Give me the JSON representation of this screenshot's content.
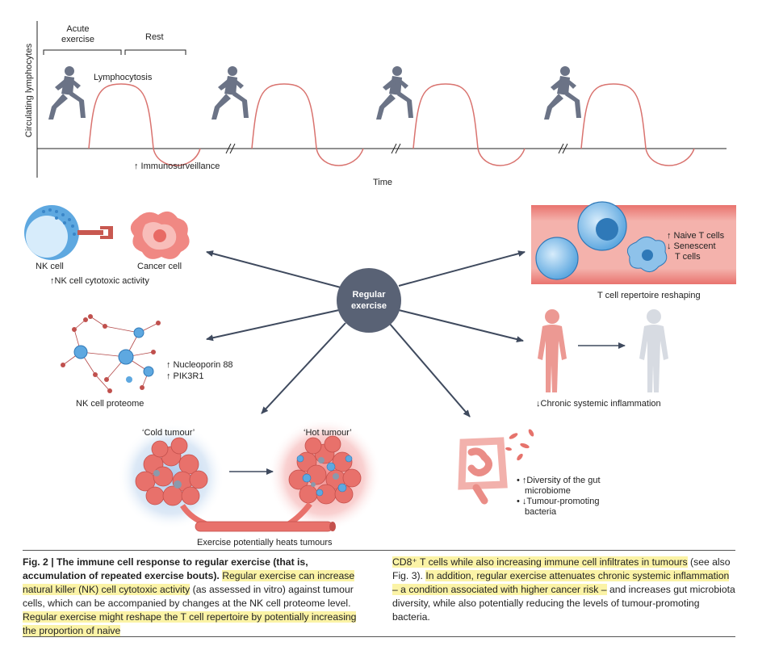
{
  "top_panel": {
    "y_axis_label": "Circulating lymphocytes",
    "x_axis_label": "Time",
    "acute_exercise_label": "Acute\nexercise",
    "acute_exercise_line1": "Acute",
    "acute_exercise_line2": "exercise",
    "rest_label": "Rest",
    "lymphocytosis_label": "Lymphocytosis",
    "immunosurveillance_label": "↑ Immunosurveillance"
  },
  "center": {
    "line1": "Regular",
    "line2": "exercise"
  },
  "nk_cell": {
    "nk_label": "NK cell",
    "cancer_label": "Cancer cell",
    "activity_label": "↑NK cell cytotoxic activity"
  },
  "proteome": {
    "line1": "↑ Nucleoporin 88",
    "line2": "↑ PIK3R1",
    "title": "NK cell proteome"
  },
  "tumour": {
    "cold_label": "‘Cold tumour’",
    "hot_label": "‘Hot tumour’",
    "heat_label": "Exercise potentially heats tumours"
  },
  "tcell": {
    "line1": "↑ Naive T cells",
    "line2": "↓ Senescent",
    "line3": "T cells",
    "title": "T cell repertoire reshaping"
  },
  "inflammation": {
    "label": "↓Chronic systemic inflammation"
  },
  "gut": {
    "line1": "• ↑Diversity of the gut",
    "line2": "microbiome",
    "line3": "• ↓Tumour-promoting",
    "line4": "bacteria"
  },
  "caption": {
    "fig_label": "Fig. 2 | ",
    "bold_title": "The immune cell response to regular exercise (that is, accumulation of repeated exercise bouts).",
    "s1": "Regular exercise can increase natural killer (NK) cell cytotoxic activity",
    "s2": " (as assessed in vitro) against tumour cells, which can be accompanied by changes at the NK cell proteome level. ",
    "s3": "Regular exercise might reshape the T cell repertoire by potentially increasing the proportion of naive",
    "s4": "CD8⁺ T cells while also increasing immune cell infiltrates in tumours",
    "s5": " (see also Fig. 3). ",
    "s6": "In addition, regular exercise attenuates chronic systemic inflammation – a condition associated with higher cancer risk –",
    "s7": " and increases gut microbiota diversity, while also potentially reducing the levels of tumour-promoting bacteria."
  },
  "colors": {
    "curve": "#d9736f",
    "hub": "#596275",
    "arrow": "#3f4a5e",
    "highlight": "#fbf3a6"
  }
}
